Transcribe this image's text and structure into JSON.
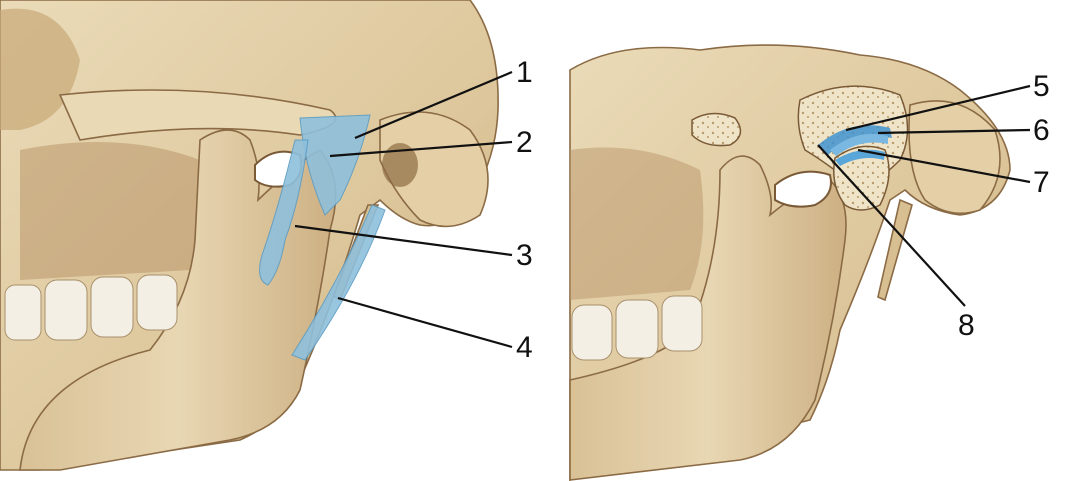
{
  "figure": {
    "left_panel": {
      "labels": [
        {
          "id": "1",
          "text": "1"
        },
        {
          "id": "2",
          "text": "2"
        },
        {
          "id": "3",
          "text": "3"
        },
        {
          "id": "4",
          "text": "4"
        }
      ]
    },
    "right_panel": {
      "labels": [
        {
          "id": "5",
          "text": "5"
        },
        {
          "id": "6",
          "text": "6"
        },
        {
          "id": "7",
          "text": "7"
        },
        {
          "id": "8",
          "text": "8"
        }
      ]
    },
    "colors": {
      "bone": "#e3cfa6",
      "bone_shade": "#c9ab7c",
      "bone_dark": "#9c7a52",
      "ligament": "#8fc0dc",
      "ligament_edge": "#5b9cc4",
      "cartilage": "#3f93cf",
      "teeth": "#f4efe4"
    }
  }
}
